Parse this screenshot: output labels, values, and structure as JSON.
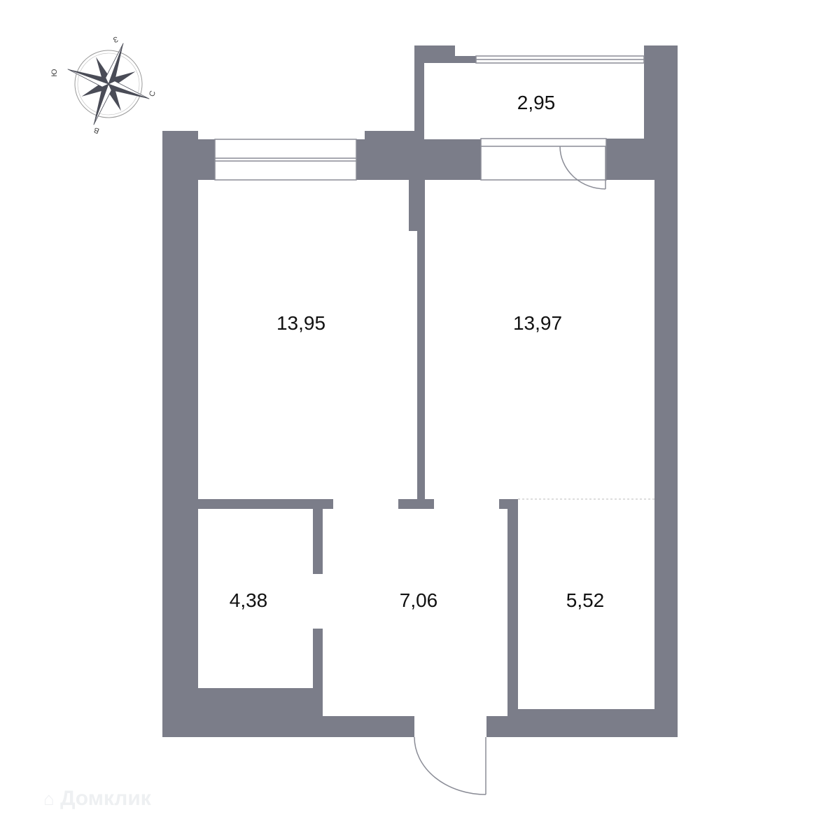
{
  "rooms": [
    {
      "name": "balcony",
      "area": "2,95"
    },
    {
      "name": "room-left",
      "area": "13,95"
    },
    {
      "name": "room-right",
      "area": "13,97"
    },
    {
      "name": "bathroom",
      "area": "4,38"
    },
    {
      "name": "hallway",
      "area": "7,06"
    },
    {
      "name": "kitchen-niche",
      "area": "5,52"
    }
  ],
  "compass": {
    "north": "С",
    "south": "Ю",
    "east": "В",
    "west": "З"
  },
  "watermark": "Домклик",
  "colors": {
    "wall": "#7b7d89",
    "background": "#ffffff"
  }
}
